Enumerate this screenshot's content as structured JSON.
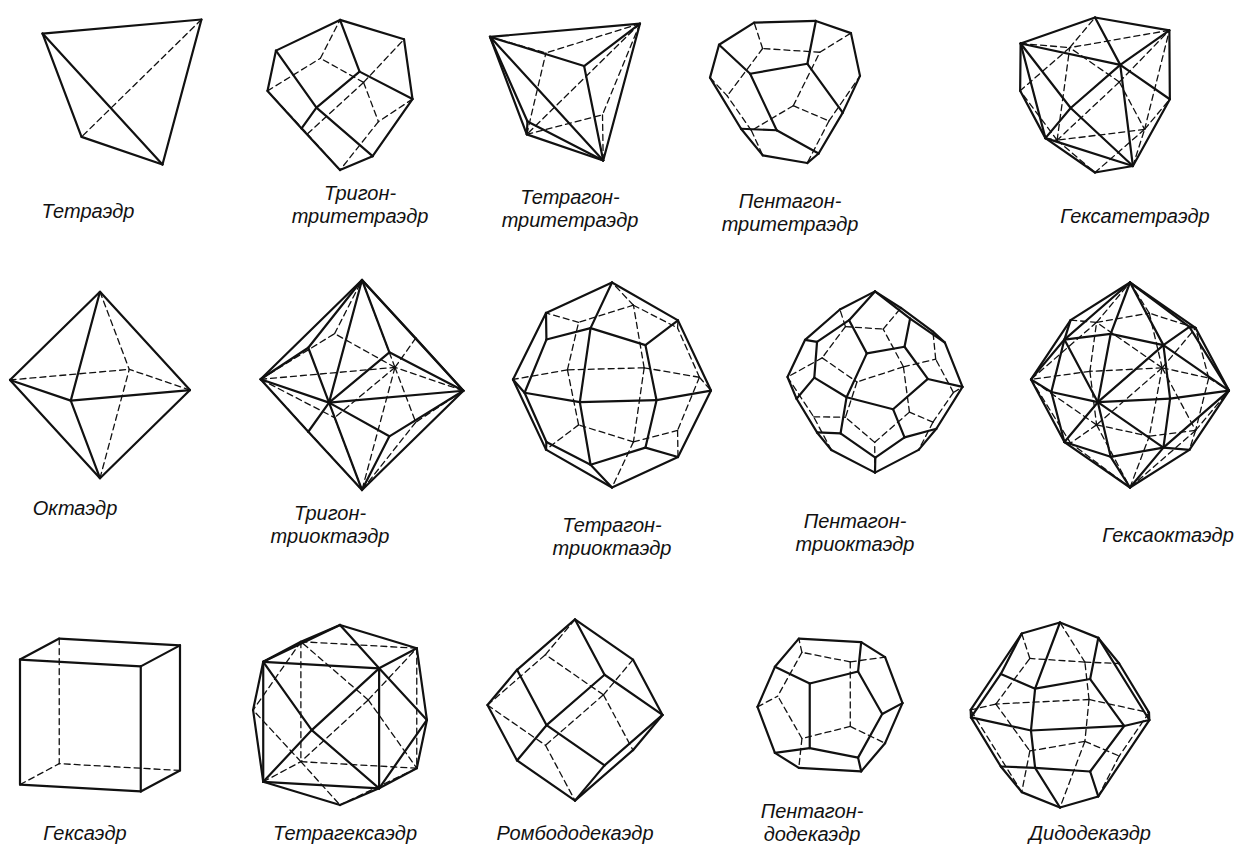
{
  "diagram": {
    "labels": [
      "Тетраэдр",
      "Тригон- тритетраэдр",
      "Тетрагон- тритетраэдр",
      "Пентагон- тритетраэдр",
      "Гексатетраэдр",
      "Октаэдр",
      "Тригон- триоктаэдр",
      "Тетрагон- триоктаэдр",
      "Пентагон- триоктаэдр",
      "Гексаоктаэдр",
      "Гексаэдр",
      "Тетрагексаэдр",
      "Ромбододекаэдр",
      "Пентагон- додекаэдр",
      "Дидодекаэдр"
    ]
  }
}
